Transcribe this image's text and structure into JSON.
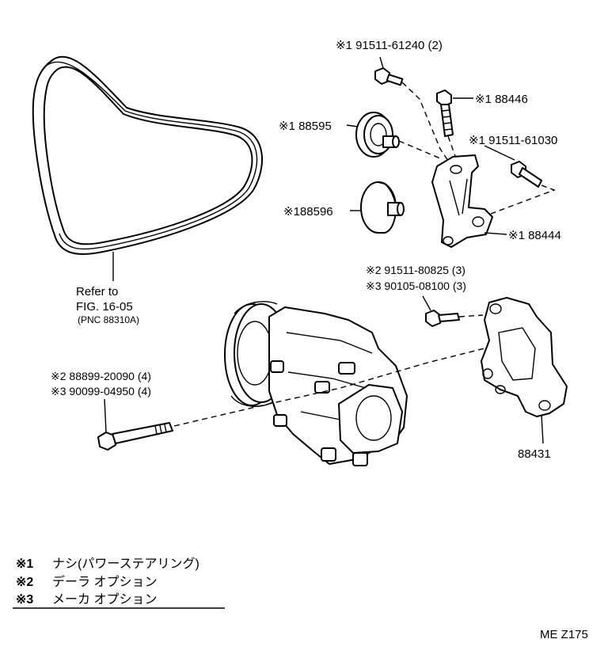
{
  "parts": {
    "bolt_91511_61240": "※1 91511-61240 (2)",
    "bolt_88446": "※1 88446",
    "idler_88595": "※1 88595",
    "bolt_91511_61030": "※1 91511-61030",
    "pulley_88596": "※188596",
    "bracket_88444": "※1 88444",
    "bolt_opt2_top": "※2 91511-80825 (3)",
    "bolt_opt3_top": "※3 90105-08100 (3)",
    "bolt_opt2_long": "※2 88899-20090 (4)",
    "bolt_opt3_long": "※3 90099-04950 (4)",
    "bracket_88431": "88431"
  },
  "belt_ref": {
    "line1": "Refer to",
    "line2": "FIG. 16-05",
    "line3": "(PNC 88310A)"
  },
  "legend": [
    {
      "mark": "※1",
      "text": "ナシ(パワーステアリング)"
    },
    {
      "mark": "※2",
      "text": "デーラ オプション"
    },
    {
      "mark": "※3",
      "text": "メーカ オプション"
    }
  ],
  "figure_code": "ME Z175"
}
